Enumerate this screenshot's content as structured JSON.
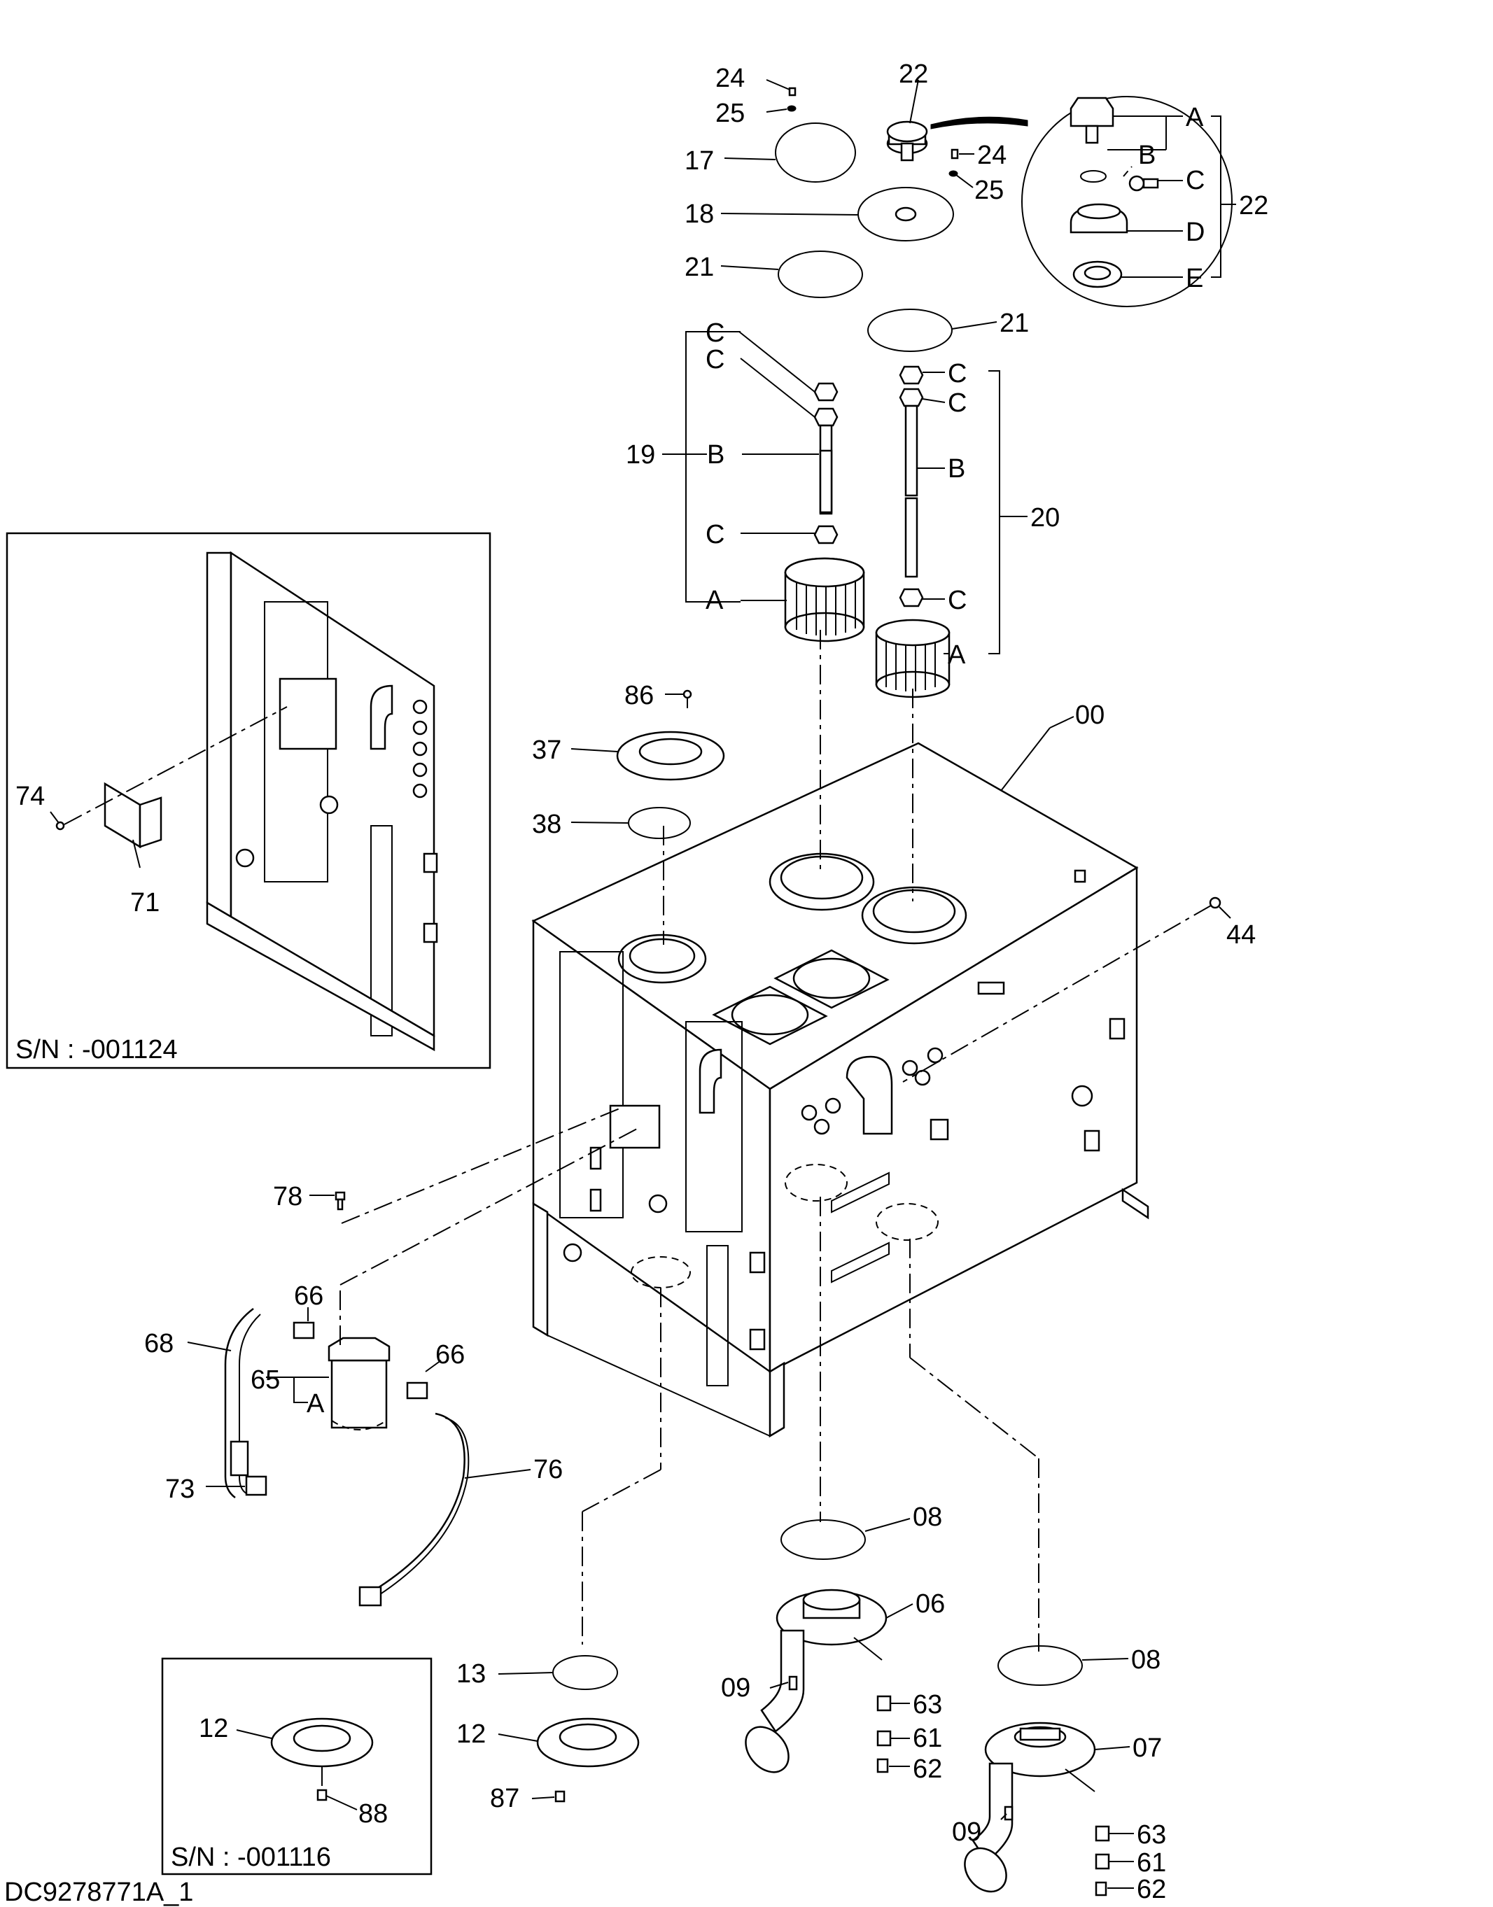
{
  "inset_top_serial": "S/N : -001124",
  "inset_bottom_serial": "S/N : -001116",
  "drawing_code": "DC9278771A_1",
  "labels": [
    {
      "id": "24a",
      "text": "24"
    },
    {
      "id": "25a",
      "text": "25"
    },
    {
      "id": "22a",
      "text": "22"
    },
    {
      "id": "17",
      "text": "17"
    },
    {
      "id": "24b",
      "text": "24"
    },
    {
      "id": "25b",
      "text": "25"
    },
    {
      "id": "18",
      "text": "18"
    },
    {
      "id": "21a",
      "text": "21"
    },
    {
      "id": "21b",
      "text": "21"
    },
    {
      "id": "22A",
      "text": "A"
    },
    {
      "id": "22B",
      "text": "B"
    },
    {
      "id": "22C",
      "text": "C"
    },
    {
      "id": "22D",
      "text": "D"
    },
    {
      "id": "22E",
      "text": "E"
    },
    {
      "id": "22b",
      "text": "22"
    },
    {
      "id": "19C1",
      "text": "C"
    },
    {
      "id": "19C2",
      "text": "C"
    },
    {
      "id": "19",
      "text": "19"
    },
    {
      "id": "19B",
      "text": "B"
    },
    {
      "id": "19C3",
      "text": "C"
    },
    {
      "id": "19A",
      "text": "A"
    },
    {
      "id": "20C1",
      "text": "C"
    },
    {
      "id": "20C2",
      "text": "C"
    },
    {
      "id": "20B",
      "text": "B"
    },
    {
      "id": "20",
      "text": "20"
    },
    {
      "id": "20C3",
      "text": "C"
    },
    {
      "id": "20A",
      "text": "A"
    },
    {
      "id": "86",
      "text": "86"
    },
    {
      "id": "37",
      "text": "37"
    },
    {
      "id": "38",
      "text": "38"
    },
    {
      "id": "00",
      "text": "00"
    },
    {
      "id": "44",
      "text": "44"
    },
    {
      "id": "74",
      "text": "74"
    },
    {
      "id": "71",
      "text": "71"
    },
    {
      "id": "78",
      "text": "78"
    },
    {
      "id": "66a",
      "text": "66"
    },
    {
      "id": "68",
      "text": "68"
    },
    {
      "id": "66b",
      "text": "66"
    },
    {
      "id": "65",
      "text": "65"
    },
    {
      "id": "65A",
      "text": "A"
    },
    {
      "id": "73",
      "text": "73"
    },
    {
      "id": "76",
      "text": "76"
    },
    {
      "id": "08a",
      "text": "08"
    },
    {
      "id": "06",
      "text": "06"
    },
    {
      "id": "09a",
      "text": "09"
    },
    {
      "id": "63a",
      "text": "63"
    },
    {
      "id": "61a",
      "text": "61"
    },
    {
      "id": "62a",
      "text": "62"
    },
    {
      "id": "08b",
      "text": "08"
    },
    {
      "id": "07",
      "text": "07"
    },
    {
      "id": "09b",
      "text": "09"
    },
    {
      "id": "63b",
      "text": "63"
    },
    {
      "id": "61b",
      "text": "61"
    },
    {
      "id": "62b",
      "text": "62"
    },
    {
      "id": "13",
      "text": "13"
    },
    {
      "id": "12a",
      "text": "12"
    },
    {
      "id": "87",
      "text": "87"
    },
    {
      "id": "12b",
      "text": "12"
    },
    {
      "id": "88",
      "text": "88"
    }
  ]
}
